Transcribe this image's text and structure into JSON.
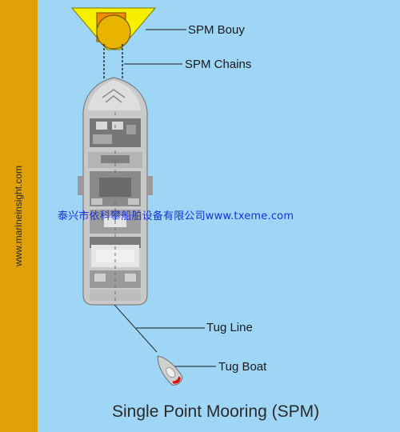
{
  "diagram": {
    "title": "Single Point Mooring (SPM)",
    "side_credit": "www.marineinsight.com",
    "watermark": "泰兴市依科攀船舶设备有限公司www.txeme.com",
    "labels": {
      "buoy": "SPM Bouy",
      "chains": "SPM Chains",
      "tug_line": "Tug Line",
      "tug_boat": "Tug Boat"
    },
    "colors": {
      "water": "#9fd6f6",
      "strip": "#e0a008",
      "buoy_cone": "#f6f000",
      "buoy_body": "#e8b400",
      "ship_hull": "#c9c9c9",
      "tug_hull": "#cfcfcf",
      "tug_accent": "#d81414",
      "watermark": "#1a2fd6"
    }
  }
}
